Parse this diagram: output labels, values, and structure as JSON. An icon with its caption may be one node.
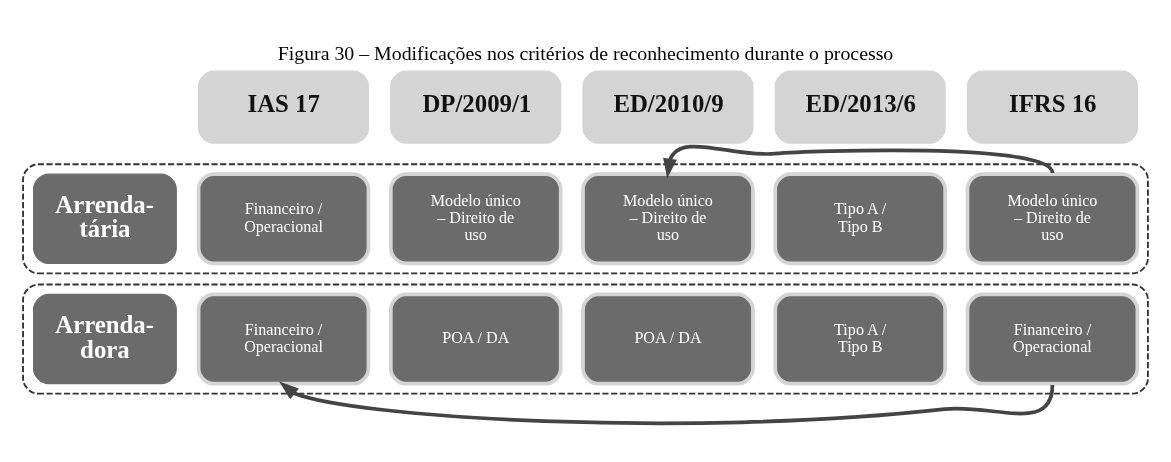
{
  "diagram": {
    "title": "Figura 30 – Modificações nos critérios de reconhecimento durante o processo",
    "nodes": [
      {
        "text": [
          "IAS 17"
        ]
      },
      {
        "text": [
          "DP/2009/1"
        ]
      },
      {
        "text": [
          "ED/2010/9"
        ]
      },
      {
        "text": [
          "ED/2013/6"
        ]
      },
      {
        "text": [
          "IFRS 16"
        ]
      },
      {
        "text": [],
        "shape": "box"
      },
      {
        "text": [
          "Arrenda- tária"
        ],
        "in": 5
      },
      {
        "text": [
          "Financeiro / Operacional"
        ],
        "in": 5
      },
      {
        "text": [
          "Modelo único – Direito de uso"
        ],
        "in": 5
      },
      {
        "text": [
          "Modelo único – Direito de uso"
        ],
        "in": 5
      },
      {
        "text": [
          "Tipo A / Tipo B"
        ],
        "in": 5
      },
      {
        "text": [
          "Modelo único – Direito de uso"
        ],
        "in": 5
      },
      {
        "text": [],
        "shape": "box"
      },
      {
        "text": [
          "Arrenda- dora"
        ],
        "in": 12
      },
      {
        "text": [
          "Financeiro / Operacional"
        ],
        "in": 12
      },
      {
        "text": [
          "POA / DA"
        ],
        "in": 12
      },
      {
        "text": [
          "POA / DA"
        ],
        "in": 12
      },
      {
        "text": [
          "Tipo A / Tipo B"
        ],
        "in": 12
      },
      {
        "text": [
          "Financeiro / Operacional"
        ],
        "in": 12
      }
    ],
    "edges": [
      {
        "from": 11,
        "to": 9,
        "arrow": "to"
      },
      {
        "from": 18,
        "to": 14,
        "arrow": "to"
      }
    ]
  }
}
